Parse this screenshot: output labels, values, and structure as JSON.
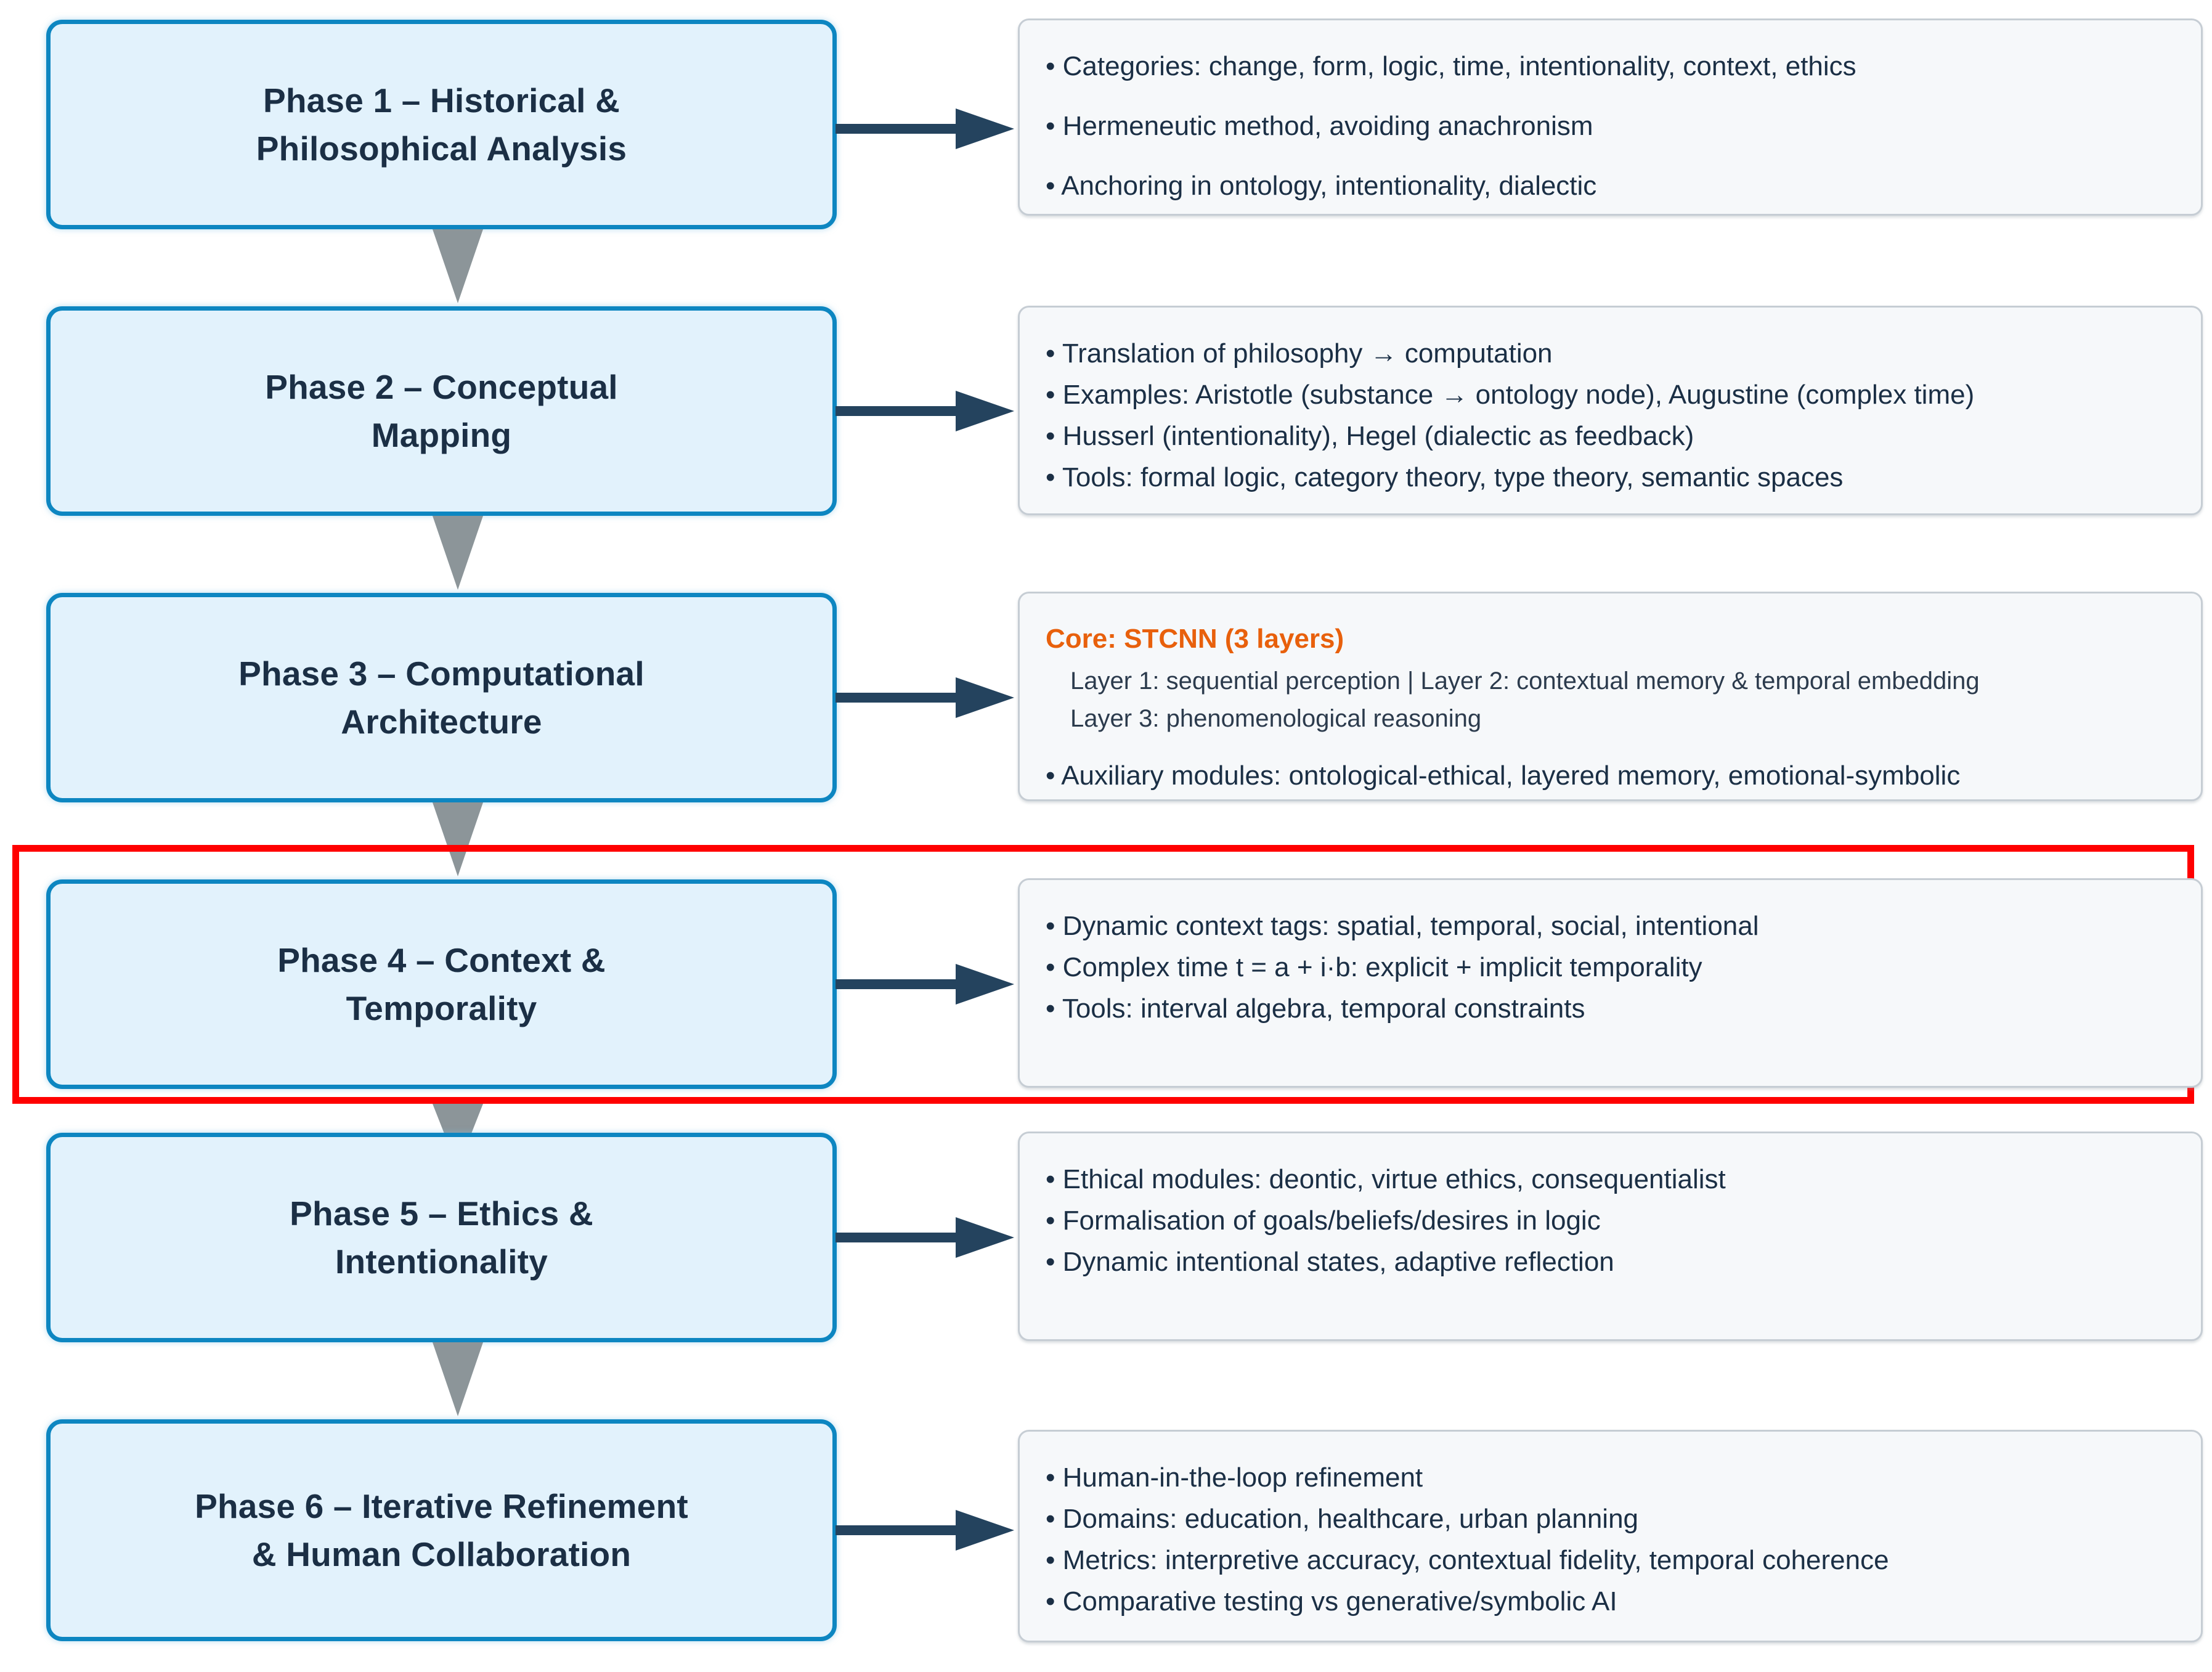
{
  "diagram": {
    "title": "Six-phase research methodology flowchart",
    "colors": {
      "box_fill": "#e2f2fc",
      "box_border": "#0d86c1",
      "box_text": "#1b2f45",
      "panel_fill": "#f6f8fa",
      "panel_border": "#c6cdd4",
      "arrow_horizontal": "#24435e",
      "arrow_vertical": "#8c9599",
      "highlight": "#ff0000",
      "accent_orange": "#e8600c"
    }
  },
  "phases": [
    {
      "id": "phase-1",
      "label": "Phase 1 – Historical &\nPhilosophical Analysis",
      "details": [
        {
          "kind": "bullet",
          "text": "• Categories: change, form, logic, time, intentionality, context, ethics"
        },
        {
          "kind": "bullet",
          "text": "• Hermeneutic method, avoiding anachronism"
        },
        {
          "kind": "bullet",
          "text": "• Anchoring in ontology, intentionality, dialectic"
        }
      ]
    },
    {
      "id": "phase-2",
      "label": "Phase 2 – Conceptual\nMapping",
      "details": [
        {
          "kind": "bullet",
          "text": "• Translation of philosophy → computation"
        },
        {
          "kind": "bullet",
          "text": "• Examples: Aristotle (substance → ontology node), Augustine (complex time)"
        },
        {
          "kind": "bullet",
          "text": "• Husserl (intentionality), Hegel (dialectic as feedback)"
        },
        {
          "kind": "bullet",
          "text": "• Tools: formal logic, category theory, type theory, semantic spaces"
        }
      ]
    },
    {
      "id": "phase-3",
      "label": "Phase 3 – Computational\nArchitecture",
      "details": [
        {
          "kind": "heading",
          "text": "Core: STCNN (3 layers)"
        },
        {
          "kind": "sub",
          "text": "Layer 1: sequential perception | Layer 2: contextual memory & temporal embedding"
        },
        {
          "kind": "sub",
          "text": "Layer 3: phenomenological reasoning"
        },
        {
          "kind": "bullet",
          "text": "• Auxiliary modules: ontological-ethical, layered memory, emotional-symbolic"
        }
      ]
    },
    {
      "id": "phase-4",
      "label": "Phase 4 – Context &\nTemporality",
      "highlighted": true,
      "details": [
        {
          "kind": "bullet",
          "text": "• Dynamic context tags: spatial, temporal, social, intentional"
        },
        {
          "kind": "bullet",
          "text": "• Complex time t = a + i·b: explicit + implicit temporality"
        },
        {
          "kind": "bullet",
          "text": "• Tools: interval algebra, temporal constraints"
        }
      ]
    },
    {
      "id": "phase-5",
      "label": "Phase 5 – Ethics &\nIntentionality",
      "details": [
        {
          "kind": "bullet",
          "text": "• Ethical modules: deontic, virtue ethics, consequentialist"
        },
        {
          "kind": "bullet",
          "text": "• Formalisation of goals/beliefs/desires in logic"
        },
        {
          "kind": "bullet",
          "text": "• Dynamic intentional states, adaptive reflection"
        }
      ]
    },
    {
      "id": "phase-6",
      "label": "Phase 6 – Iterative Refinement\n& Human Collaboration",
      "details": [
        {
          "kind": "bullet",
          "text": "• Human-in-the-loop refinement"
        },
        {
          "kind": "bullet",
          "text": "• Domains: education, healthcare, urban planning"
        },
        {
          "kind": "bullet",
          "text": "• Metrics: interpretive accuracy, contextual fidelity, temporal coherence"
        },
        {
          "kind": "bullet",
          "text": "• Comparative testing vs generative/symbolic AI"
        }
      ]
    }
  ]
}
